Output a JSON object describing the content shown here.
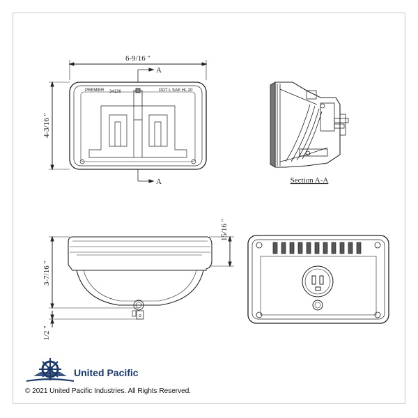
{
  "front_view": {
    "width_dim": "6-9/16 \"",
    "height_dim": "4-3/16 \"",
    "section_mark_top": "A",
    "section_mark_bottom": "A",
    "lens_brand": "PREMIER",
    "lens_part": "34136",
    "lens_cert": "DOT L SAE HL 20"
  },
  "section_view": {
    "caption": "Section A-A"
  },
  "side_view": {
    "top_dim": "15/16 \"",
    "body_dim": "3-7/16 \"",
    "terminal_dim": "1/2 \""
  },
  "brand": {
    "name": "United Pacific",
    "logo_icon": "ship-wheel-logo-icon",
    "color": "#1b3a6b"
  },
  "copyright": "© 2021 United Pacific Industries. All Rights Reserved."
}
